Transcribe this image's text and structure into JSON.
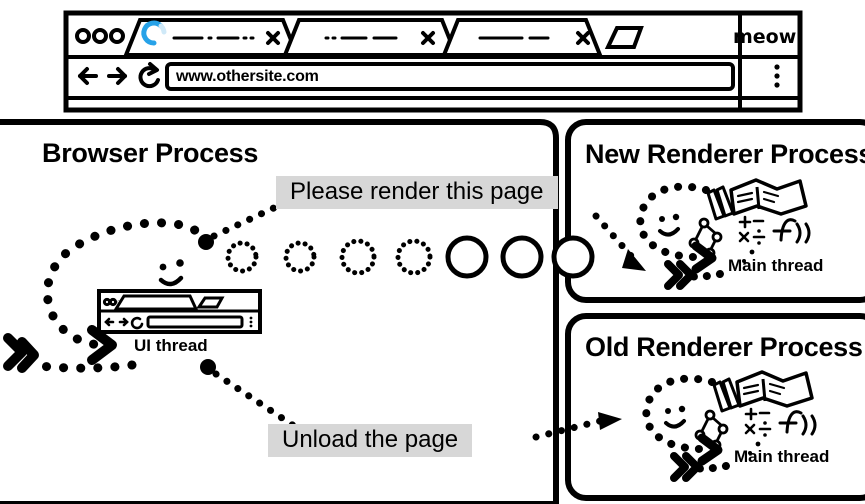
{
  "browser_window": {
    "name": "browser-window-mock",
    "tabs": [
      {
        "id": "tab-active",
        "state": "loading",
        "spinner": true,
        "title_glyph": "— · — ··",
        "close_icon": "x"
      },
      {
        "id": "tab-2",
        "state": "inactive",
        "spinner": false,
        "title_glyph": "·· — —",
        "close_icon": "x"
      },
      {
        "id": "tab-3",
        "state": "inactive",
        "spinner": false,
        "title_glyph": "— —",
        "close_icon": "x"
      }
    ],
    "new_tab_button_label": "+",
    "window_label": "meow",
    "toolbar": {
      "back_icon": "arrow-left",
      "forward_icon": "arrow-right",
      "reload_icon": "reload",
      "menu_icon": "three-dot-menu",
      "address_value": "www.othersite.com"
    },
    "traffic_lights": 3
  },
  "panels": {
    "browser_process": {
      "title": "Browser Process",
      "thread_label": "UI thread",
      "face": "smiley-face",
      "icon": "mini-browser-window"
    },
    "new_renderer": {
      "title": "New Renderer Process",
      "thread_label": "Main thread",
      "face": "smiley-face",
      "icons": [
        "book-icon",
        "pencils-icon",
        "node-graph-icon",
        "math-symbols-icon",
        "function-notation-icon"
      ]
    },
    "old_renderer": {
      "title": "Old Renderer Process",
      "thread_label": "Main thread",
      "face": "smiley-face",
      "icons": [
        "book-icon",
        "pencils-icon",
        "node-graph-icon",
        "math-symbols-icon",
        "function-notation-icon"
      ]
    }
  },
  "messages": {
    "render_request": "Please render this page",
    "unload_request": "Unload the page"
  },
  "progress_circles": {
    "dotted_count": 4,
    "solid_count": 3,
    "origin_dot": true
  },
  "colors": {
    "ink": "#000000",
    "paper": "#ffffff",
    "label_bg": "#d7d7d7",
    "spinner_blue": "#27a2e8"
  }
}
